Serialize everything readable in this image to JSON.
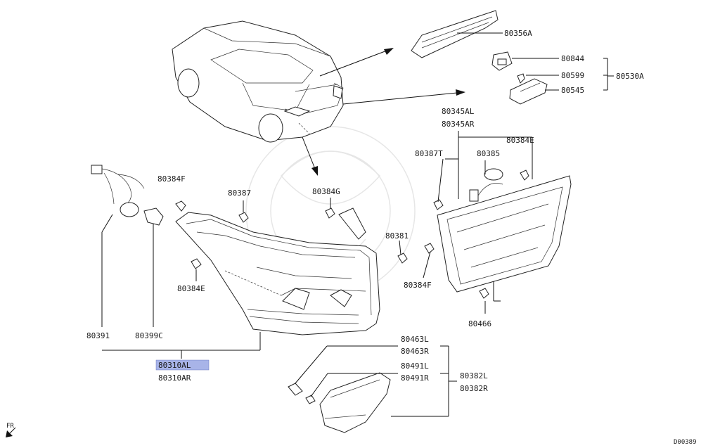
{
  "highlight_color": "#a8b4e8",
  "labels": {
    "p80356A": "80356A",
    "p80844": "80844",
    "p80599": "80599",
    "p80545": "80545",
    "p80530A": "80530A",
    "p80345AL": "80345AL",
    "p80345AR": "80345AR",
    "p80387T": "80387T",
    "p80385": "80385",
    "p80384E_right": "80384E",
    "p80384F_left": "80384F",
    "p80387": "80387",
    "p80384G": "80384G",
    "p80381": "80381",
    "p80384F_right": "80384F",
    "p80384E_left": "80384E",
    "p80466": "80466",
    "p80391": "80391",
    "p80399C": "80399C",
    "p80310AL": "80310AL",
    "p80310AR": "80310AR",
    "p80463L": "80463L",
    "p80463R": "80463R",
    "p80491L": "80491L",
    "p80491R": "80491R",
    "p80382L": "80382L",
    "p80382R": "80382R",
    "fr": "FR",
    "diagram_code": "D00389"
  }
}
